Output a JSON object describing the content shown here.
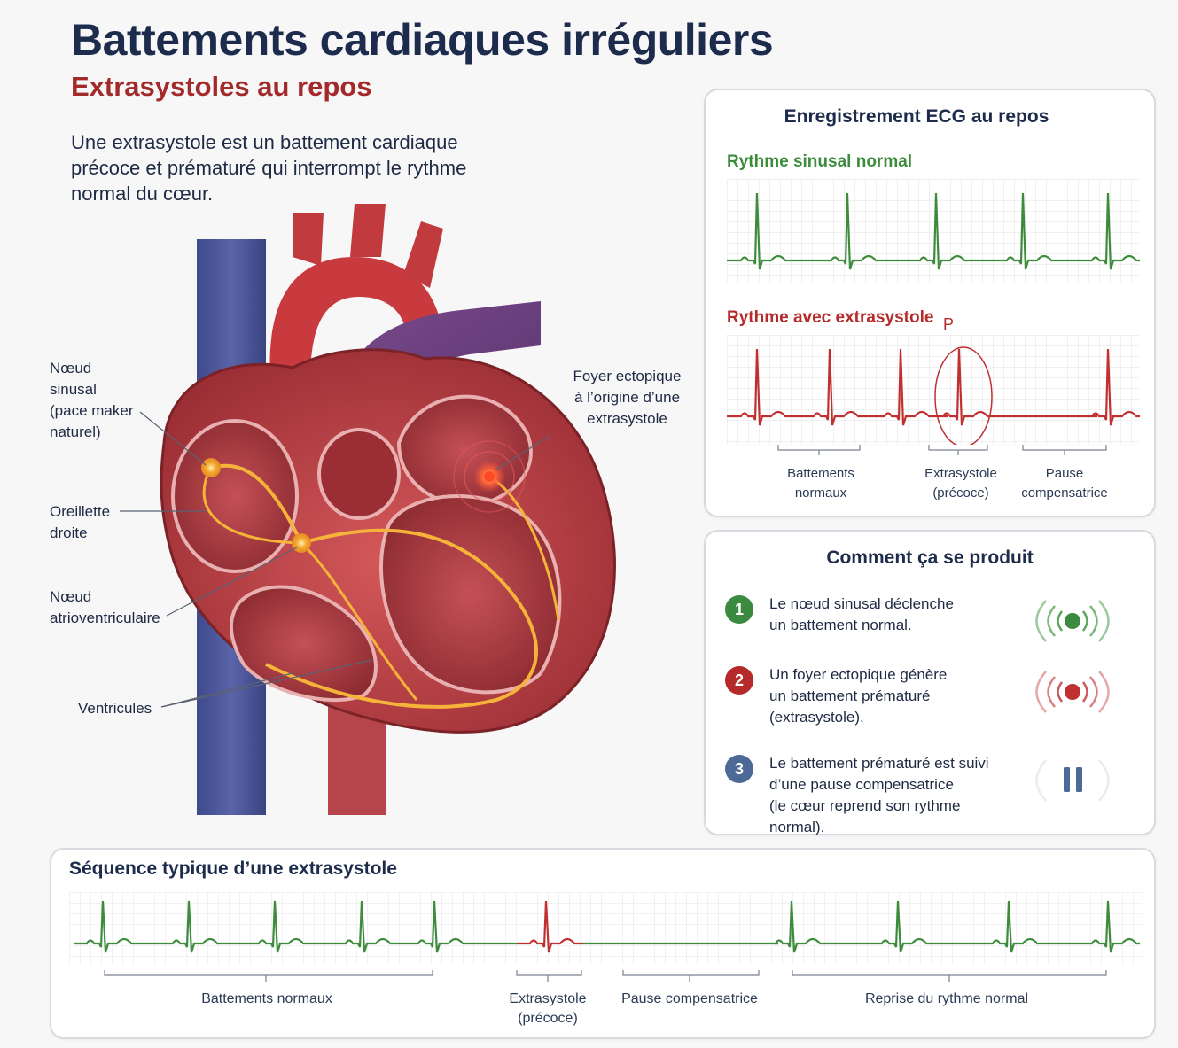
{
  "header": {
    "title": "Battements cardiaques irréguliers",
    "subtitle": "Extrasystoles au repos",
    "intro": "Une extrasystole est un battement cardiaque précoce et prématuré qui interrompt le rythme normal du cœur."
  },
  "heart_labels": {
    "sinus_node": "Nœud\nsinusal\n(pace maker\nnaturel)",
    "right_atrium": "Oreillette\ndroite",
    "av_node": "Nœud\natrioventriculaire",
    "ventricles": "Ventricules",
    "ectopic_focus": "Foyer ectopique\nà l’origine d’une\nextrasystole"
  },
  "ecg_panel": {
    "title": "Enregistrement ECG au repos",
    "normal_label": "Rythme sinusal normal",
    "extra_label": "Rythme avec extrasystole",
    "p_marker": "P",
    "captions": {
      "normal_beats": "Battements\nnormaux",
      "extrasystole": "Extrasystole\n(précoce)",
      "pause": "Pause\ncompensatrice"
    }
  },
  "how_panel": {
    "title": "Comment ça se produit",
    "steps": [
      {
        "num": "1",
        "text": "Le nœud sinusal déclenche\nun battement normal.",
        "color": "#3a8a3f",
        "icon": "pulse-green-icon"
      },
      {
        "num": "2",
        "text": "Un foyer ectopique génère\nun battement prématuré\n(extrasystole).",
        "color": "#b52a2a",
        "icon": "pulse-red-icon"
      },
      {
        "num": "3",
        "text": "Le battement prématuré est suivi\nd’une pause compensatrice\n(le cœur reprend son rythme\nnormal).",
        "color": "#4d6a96",
        "icon": "pause-icon"
      }
    ]
  },
  "sequence_panel": {
    "title": "Séquence typique d’une extrasystole",
    "captions": {
      "normal_beats": "Battements normaux",
      "extrasystole": "Extrasystole\n(précoce)",
      "pause": "Pause compensatrice",
      "resume": "Reprise du rythme normal"
    }
  },
  "colors": {
    "navy": "#1d2c4c",
    "red": "#b52a2a",
    "green": "#3c8c3c",
    "orange": "#f2a23a"
  }
}
